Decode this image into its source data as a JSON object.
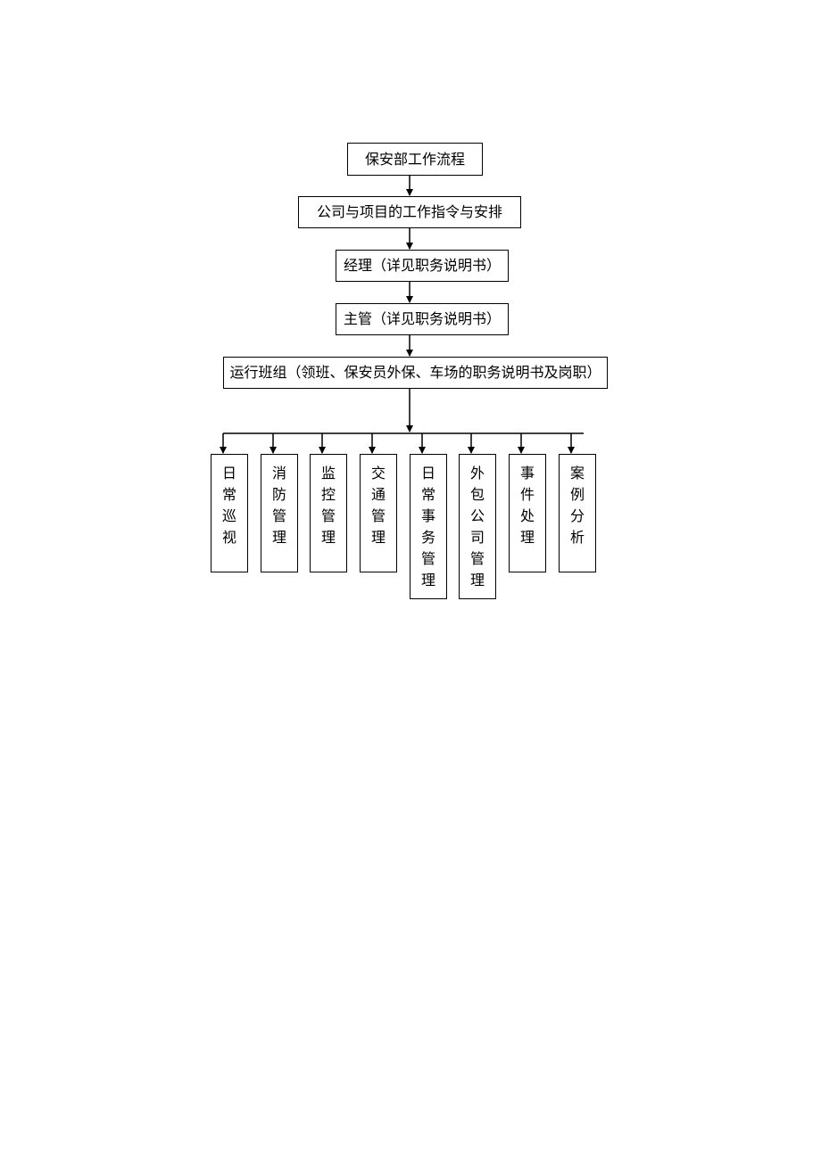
{
  "diagram": {
    "nodes": [
      {
        "id": "n1",
        "label": "保安部工作流程"
      },
      {
        "id": "n2",
        "label": "公司与项目的工作指令与安排"
      },
      {
        "id": "n3",
        "label": "经理（详见职务说明书）"
      },
      {
        "id": "n4",
        "label": "主管（详见职务说明书）"
      },
      {
        "id": "n5",
        "label": "运行班组（领班、保安员外保、车场的职务说明书及岗职）"
      }
    ],
    "branches": [
      {
        "id": "b1",
        "label": "日常巡视"
      },
      {
        "id": "b2",
        "label": "消防管理"
      },
      {
        "id": "b3",
        "label": "监控管理"
      },
      {
        "id": "b4",
        "label": "交通管理"
      },
      {
        "id": "b5",
        "label": "日常事务管理"
      },
      {
        "id": "b6",
        "label": "外包公司管理"
      },
      {
        "id": "b7",
        "label": "事件处理"
      },
      {
        "id": "b8",
        "label": "案例分析"
      }
    ],
    "edges": [
      {
        "from": "n1",
        "to": "n2"
      },
      {
        "from": "n2",
        "to": "n3"
      },
      {
        "from": "n3",
        "to": "n4"
      },
      {
        "from": "n4",
        "to": "n5"
      },
      {
        "from": "n5",
        "to": "b1"
      },
      {
        "from": "n5",
        "to": "b2"
      },
      {
        "from": "n5",
        "to": "b3"
      },
      {
        "from": "n5",
        "to": "b4"
      },
      {
        "from": "n5",
        "to": "b5"
      },
      {
        "from": "n5",
        "to": "b6"
      },
      {
        "from": "n5",
        "to": "b7"
      },
      {
        "from": "n5",
        "to": "b8"
      }
    ]
  }
}
